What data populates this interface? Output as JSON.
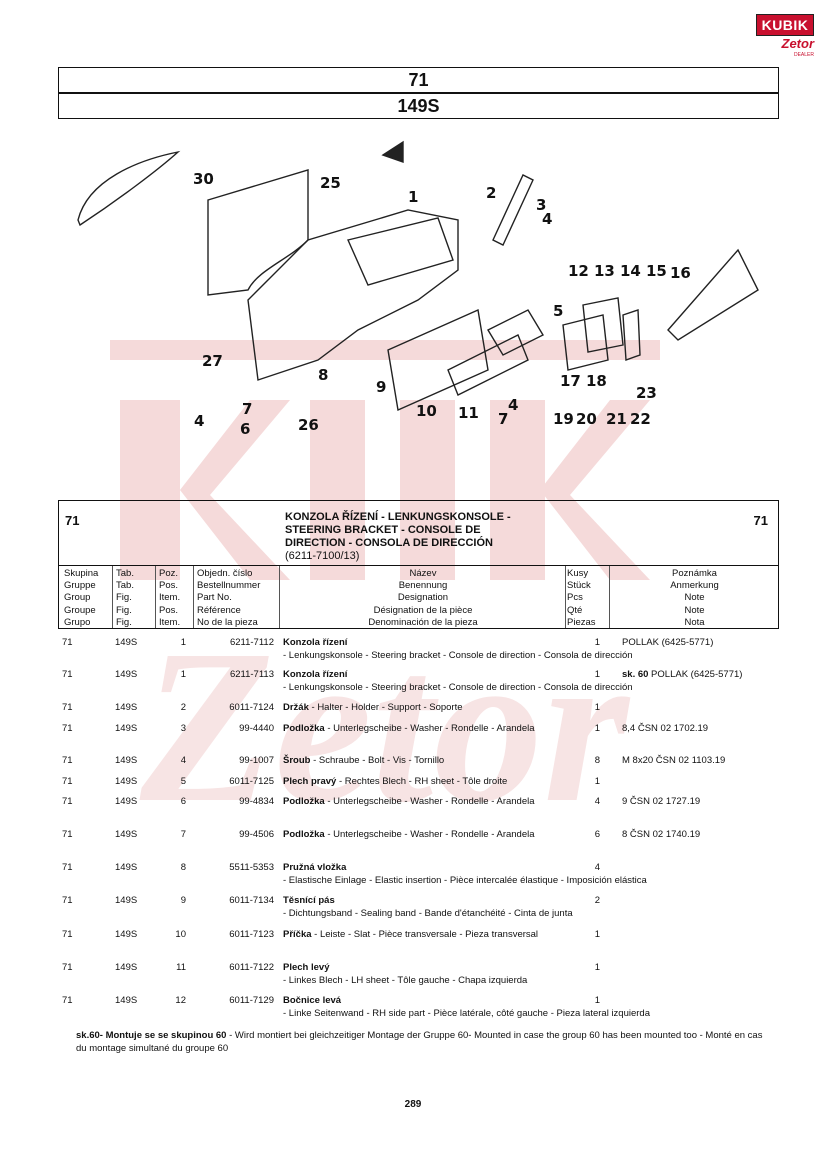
{
  "logo": {
    "brand": "KUBIK",
    "sub": "Zetor",
    "tagline": "DEALER"
  },
  "header": {
    "group": "71",
    "fig": "149S"
  },
  "diagram": {
    "callouts": [
      "30",
      "25",
      "1",
      "2",
      "3",
      "4",
      "12",
      "13",
      "14",
      "15",
      "16",
      "5",
      "27",
      "8",
      "9",
      "10",
      "11",
      "4",
      "7",
      "17",
      "18",
      "23",
      "19",
      "20",
      "21",
      "22",
      "4",
      "7",
      "6",
      "26"
    ]
  },
  "section": {
    "group_left": "71",
    "group_right": "71",
    "title_lines": [
      "KONZOLA ŘÍZENÍ - LENKUNGSKONSOLE -",
      "STEERING BRACKET - CONSOLE DE",
      "DIRECTION - CONSOLA DE DIRECCIÓN"
    ],
    "code": "(6211-7100/13)"
  },
  "columns": {
    "grp": [
      "Skupina",
      "Gruppe",
      "Group",
      "Groupe",
      "Grupo"
    ],
    "tab": [
      "Tab.",
      "Tab.",
      "Fig.",
      "Fig.",
      "Fig."
    ],
    "poz": [
      "Poz.",
      "Pos.",
      "Item.",
      "Pos.",
      "Item."
    ],
    "part": [
      "Objedn. číslo",
      "Bestellnummer",
      "Part No.",
      "Référence",
      "No de la pieza"
    ],
    "name": [
      "Název",
      "Benennung",
      "Designation",
      "Désignation de la pièce",
      "Denominación de la pieza"
    ],
    "qty": [
      "Kusy",
      "Stück",
      "Pcs",
      "Qté",
      "Piezas"
    ],
    "note": [
      "Poznámka",
      "Anmerkung",
      "Note",
      "Note",
      "Nota"
    ]
  },
  "rows": [
    {
      "grp": "71",
      "tab": "149S",
      "poz": "1",
      "part": "6211-7112",
      "name_b": "Konzola řízení",
      "name": " - Lenkungskonsole - Steering bracket - Console de direction - Consola de dirección",
      "qty": "1",
      "note_b": "",
      "note": "POLLAK (6425-5771)"
    },
    {
      "grp": "71",
      "tab": "149S",
      "poz": "1",
      "part": "6211-7113",
      "name_b": "Konzola řízení",
      "name": " - Lenkungskonsole - Steering bracket - Console de direction - Consola de dirección",
      "qty": "1",
      "note_b": "sk. 60",
      "note": " POLLAK (6425-5771)"
    },
    {
      "grp": "71",
      "tab": "149S",
      "poz": "2",
      "part": "6011-7124",
      "name_b": "Držák",
      "name": " - Halter - Holder - Support - Soporte",
      "qty": "1",
      "note_b": "",
      "note": ""
    },
    {
      "grp": "71",
      "tab": "149S",
      "poz": "3",
      "part": "99-4440",
      "name_b": "Podložka",
      "name": " - Unterlegscheibe - Washer - Rondelle - Arandela",
      "qty": "1",
      "note_b": "",
      "note": "8,4 ČSN 02 1702.19"
    },
    {
      "grp": "71",
      "tab": "149S",
      "poz": "4",
      "part": "99-1007",
      "name_b": "Šroub",
      "name": " - Schraube - Bolt - Vis - Tornillo",
      "qty": "8",
      "note_b": "",
      "note": "M 8x20 ČSN 02 1103.19"
    },
    {
      "grp": "71",
      "tab": "149S",
      "poz": "5",
      "part": "6011-7125",
      "name_b": "Plech pravý",
      "name": " - Rechtes Blech - RH sheet - Tôle droite",
      "qty": "1",
      "note_b": "",
      "note": ""
    },
    {
      "grp": "71",
      "tab": "149S",
      "poz": "6",
      "part": "99-4834",
      "name_b": "Podložka",
      "name": " - Unterlegscheibe - Washer - Rondelle - Arandela",
      "qty": "4",
      "note_b": "",
      "note": "9 ČSN 02 1727.19"
    },
    {
      "grp": "71",
      "tab": "149S",
      "poz": "7",
      "part": "99-4506",
      "name_b": "Podložka",
      "name": " - Unterlegscheibe - Washer - Rondelle - Arandela",
      "qty": "6",
      "note_b": "",
      "note": "8 ČSN 02 1740.19"
    },
    {
      "grp": "71",
      "tab": "149S",
      "poz": "8",
      "part": "5511-5353",
      "name_b": "Pružná vložka",
      "name": " - Elastische Einlage - Elastic insertion - Pièce intercalée élastique - Imposición elástica",
      "qty": "4",
      "note_b": "",
      "note": ""
    },
    {
      "grp": "71",
      "tab": "149S",
      "poz": "9",
      "part": "6011-7134",
      "name_b": "Těsnící pás",
      "name": " - Dichtungsband - Sealing band - Bande d'étanchéité - Cinta de junta",
      "qty": "2",
      "note_b": "",
      "note": ""
    },
    {
      "grp": "71",
      "tab": "149S",
      "poz": "10",
      "part": "6011-7123",
      "name_b": "Příčka",
      "name": " - Leiste - Slat - Pièce transversale - Pieza transversal",
      "qty": "1",
      "note_b": "",
      "note": ""
    },
    {
      "grp": "71",
      "tab": "149S",
      "poz": "11",
      "part": "6011-7122",
      "name_b": "Plech levý",
      "name": " - Linkes Blech - LH sheet - Tôle gauche - Chapa izquierda",
      "qty": "1",
      "note_b": "",
      "note": ""
    },
    {
      "grp": "71",
      "tab": "149S",
      "poz": "12",
      "part": "6011-7129",
      "name_b": "Bočnice levá",
      "name": " - Linke Seitenwand - RH side part - Pièce latérale, côté gauche - Pieza lateral izquierda",
      "qty": "1",
      "note_b": "",
      "note": ""
    }
  ],
  "footnote": {
    "bold": "sk.60- Montuje se se skupinou 60",
    "text": " - Wird montiert bei gleichzeitiger Montage der Gruppe 60- Mounted in case the group 60 has been mounted too - Monté en cas du montage simultané du groupe 60"
  },
  "page_number": "289"
}
